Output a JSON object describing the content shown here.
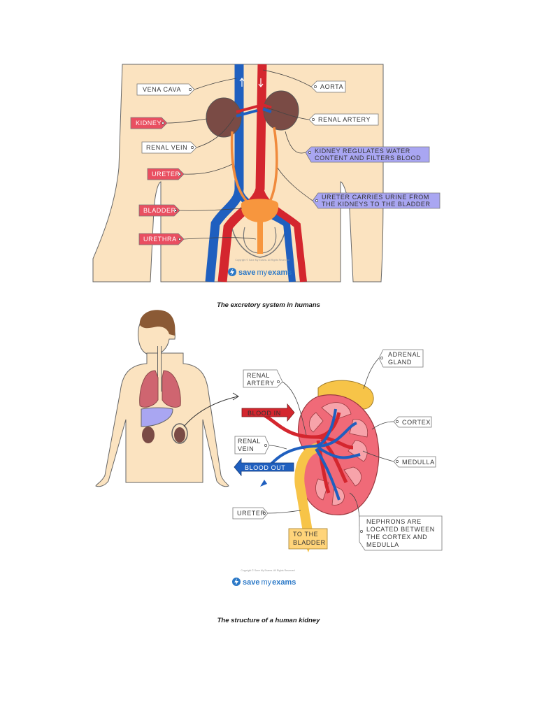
{
  "figure1": {
    "caption": "The excretory system in humans",
    "labels": {
      "vena_cava": "VENA CAVA",
      "aorta": "AORTA",
      "kidney": "KIDNEY",
      "renal_artery": "RENAL ARTERY",
      "renal_vein": "RENAL VEIN",
      "kidney_note_1": "KIDNEY REGULATES WATER",
      "kidney_note_2": "CONTENT AND FILTERS BLOOD",
      "ureter": "URETER",
      "ureter_note_1": "URETER CARRIES URINE FROM",
      "ureter_note_2": "THE KIDNEYS TO THE BLADDER",
      "bladder": "BLADDER",
      "urethra": "URETHRA"
    },
    "copyright": "Copyright © Save My Exams. All Rights Reserved"
  },
  "figure2": {
    "caption": "The structure of a human kidney",
    "labels": {
      "adrenal_1": "ADRENAL",
      "adrenal_2": "GLAND",
      "renal_artery_1": "RENAL",
      "renal_artery_2": "ARTERY",
      "blood_in": "BLOOD IN",
      "cortex": "CORTEX",
      "renal_vein_1": "RENAL",
      "renal_vein_2": "VEIN",
      "blood_out": "BLOOD OUT",
      "medulla": "MEDULLA",
      "ureter": "URETER",
      "nephron_1": "NEPHRONS ARE",
      "nephron_2": "LOCATED BETWEEN",
      "nephron_3": "THE CORTEX AND",
      "nephron_4": "MEDULLA",
      "to_bladder_1": "TO THE",
      "to_bladder_2": "BLADDER"
    },
    "copyright": "Copyright © Save My Exams. All Rights Reserved"
  },
  "brand": {
    "save": "save",
    "my": "my",
    "exams": "exams"
  },
  "colors": {
    "skin": "#fbe3c0",
    "vein": "#1f5fbf",
    "artery": "#d4262e",
    "kidney_dark": "#7a4b45",
    "ureter": "#f08a3c",
    "bladder": "#f7963e",
    "red_tag": "#e94f61",
    "blue_tag": "#a9a6f2",
    "yellow_tag": "#ffd47a",
    "kidney_pink": "#f06a78",
    "brand_blue": "#2a78c7"
  }
}
